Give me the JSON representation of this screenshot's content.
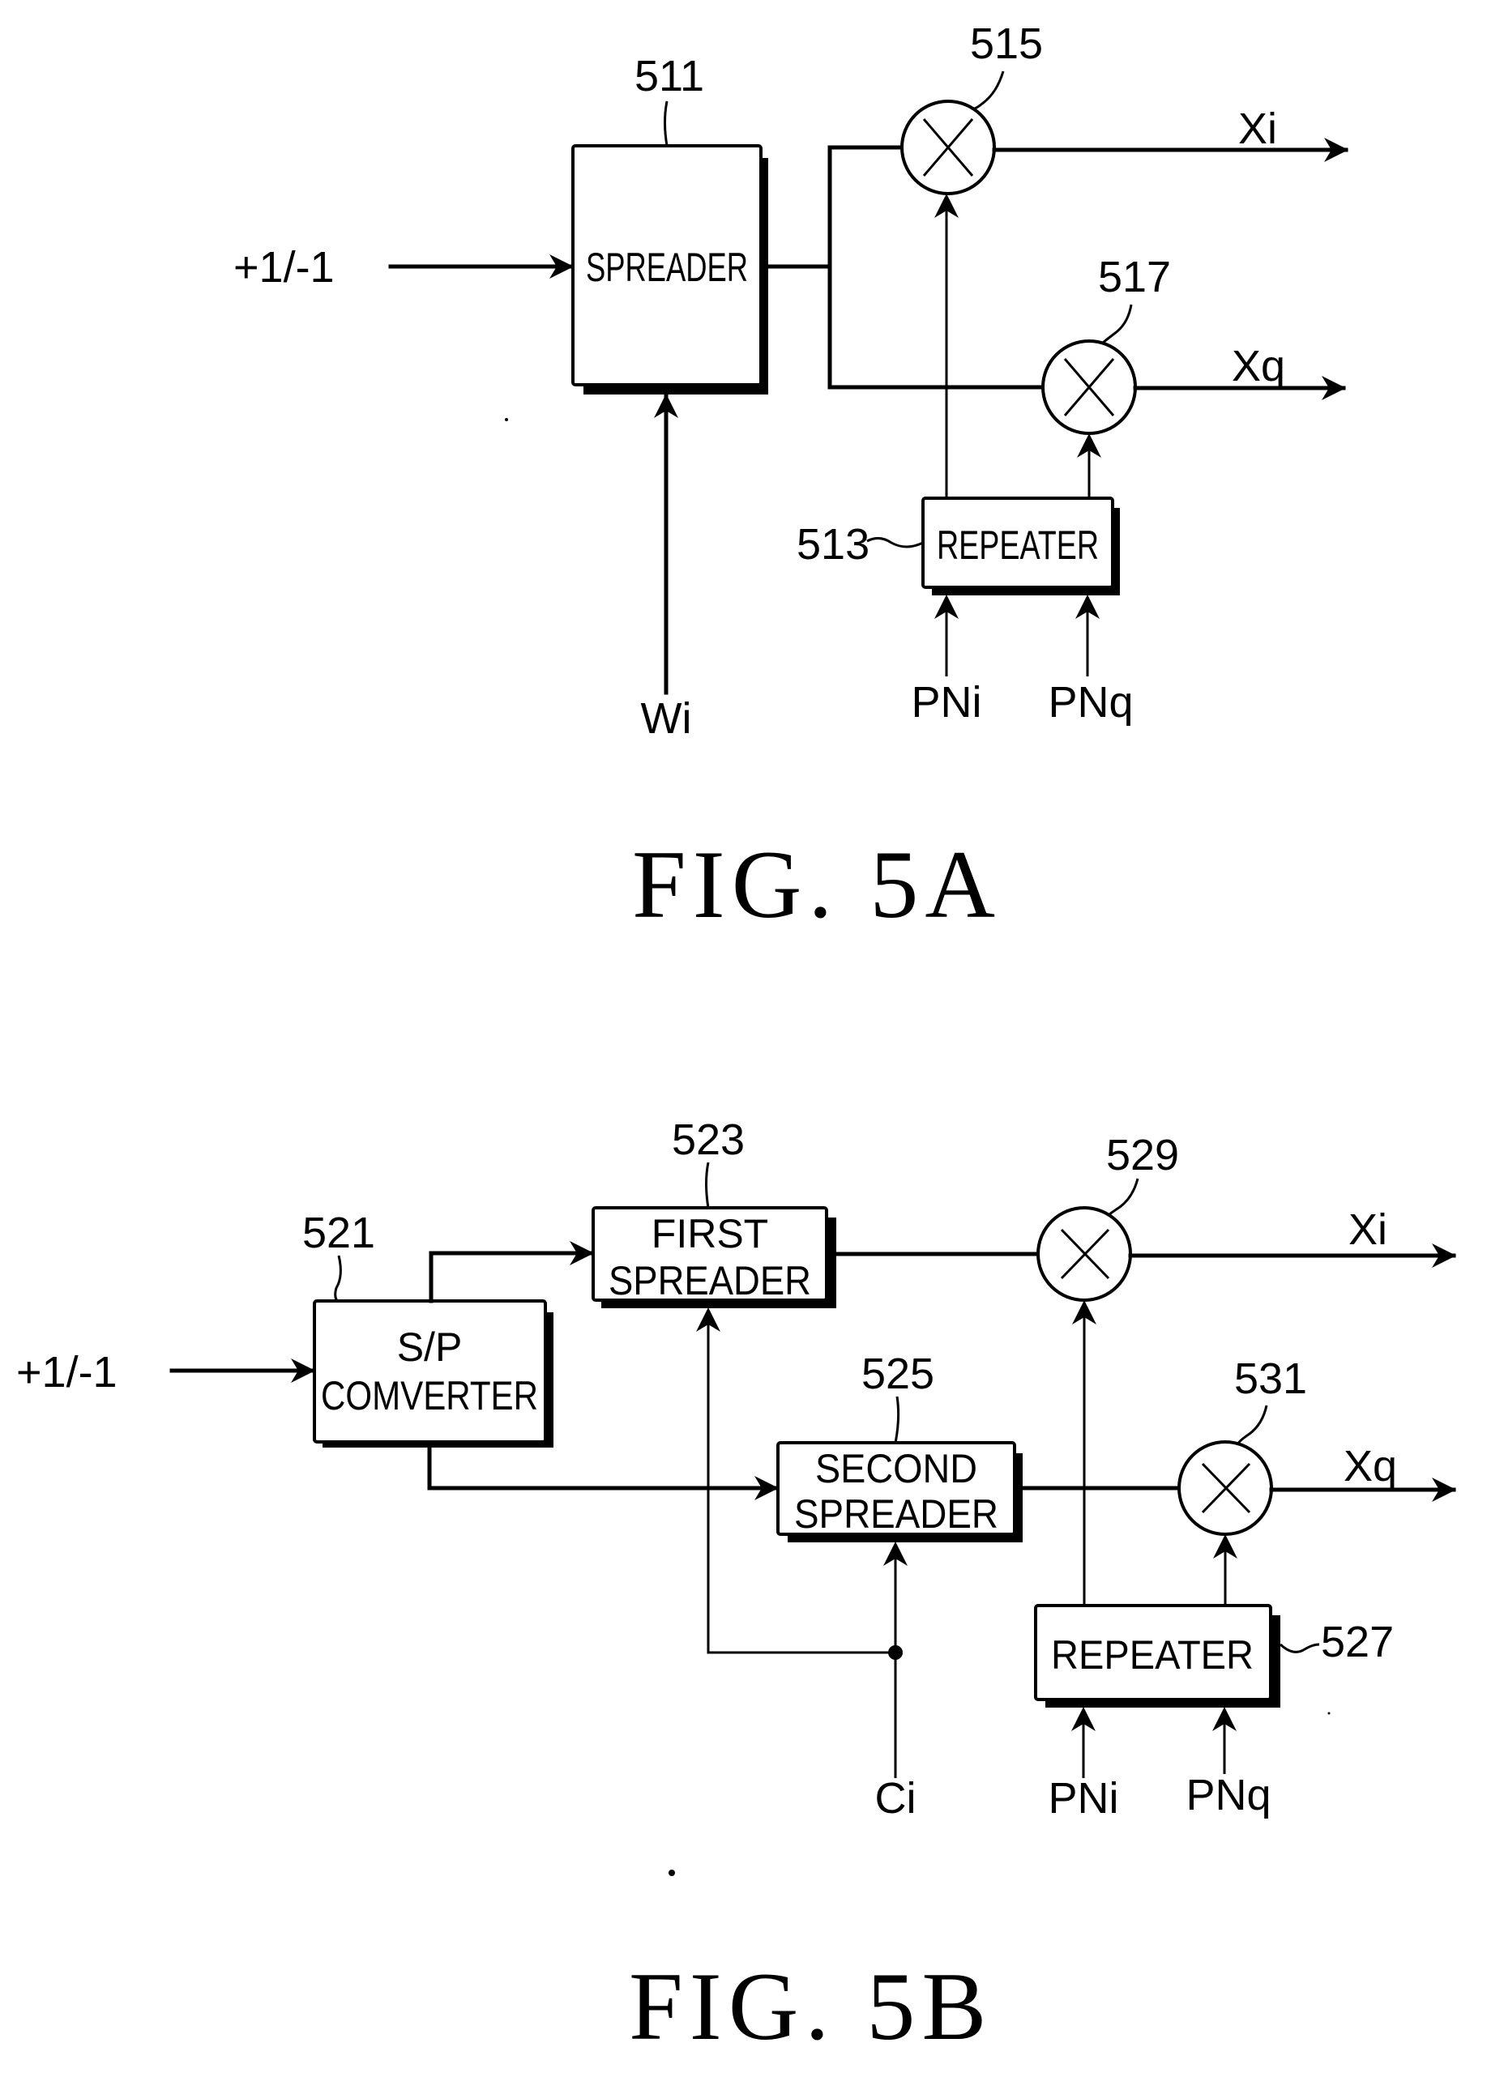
{
  "figures": [
    {
      "id": "fig5a",
      "caption": "FIG. 5A",
      "input_label": "+1/-1",
      "blocks": {
        "spreader": {
          "label": "SPREADER",
          "ref": "511"
        },
        "repeater": {
          "label": "REPEATER",
          "ref": "513"
        }
      },
      "multipliers": [
        {
          "ref": "515",
          "symbol": "×"
        },
        {
          "ref": "517",
          "symbol": "×"
        }
      ],
      "signals": {
        "walsh": "Wi",
        "pn_i": "PNi",
        "pn_q": "PNq",
        "out_i": "Xi",
        "out_q": "Xq"
      }
    },
    {
      "id": "fig5b",
      "caption": "FIG. 5B",
      "input_label": "+1/-1",
      "blocks": {
        "sp_converter": {
          "label_line1": "S/P",
          "label_line2": "COMVERTER",
          "ref": "521"
        },
        "first_spreader": {
          "label_line1": "FIRST",
          "label_line2": "SPREADER",
          "ref": "523"
        },
        "second_spreader": {
          "label_line1": "SECOND",
          "label_line2": "SPREADER",
          "ref": "525"
        },
        "repeater": {
          "label": "REPEATER",
          "ref": "527"
        }
      },
      "multipliers": [
        {
          "ref": "529",
          "symbol": "×"
        },
        {
          "ref": "531",
          "symbol": "×"
        }
      ],
      "signals": {
        "code": "Ci",
        "pn_i": "PNi",
        "pn_q": "PNq",
        "out_i": "Xi",
        "out_q": "Xq"
      }
    }
  ]
}
